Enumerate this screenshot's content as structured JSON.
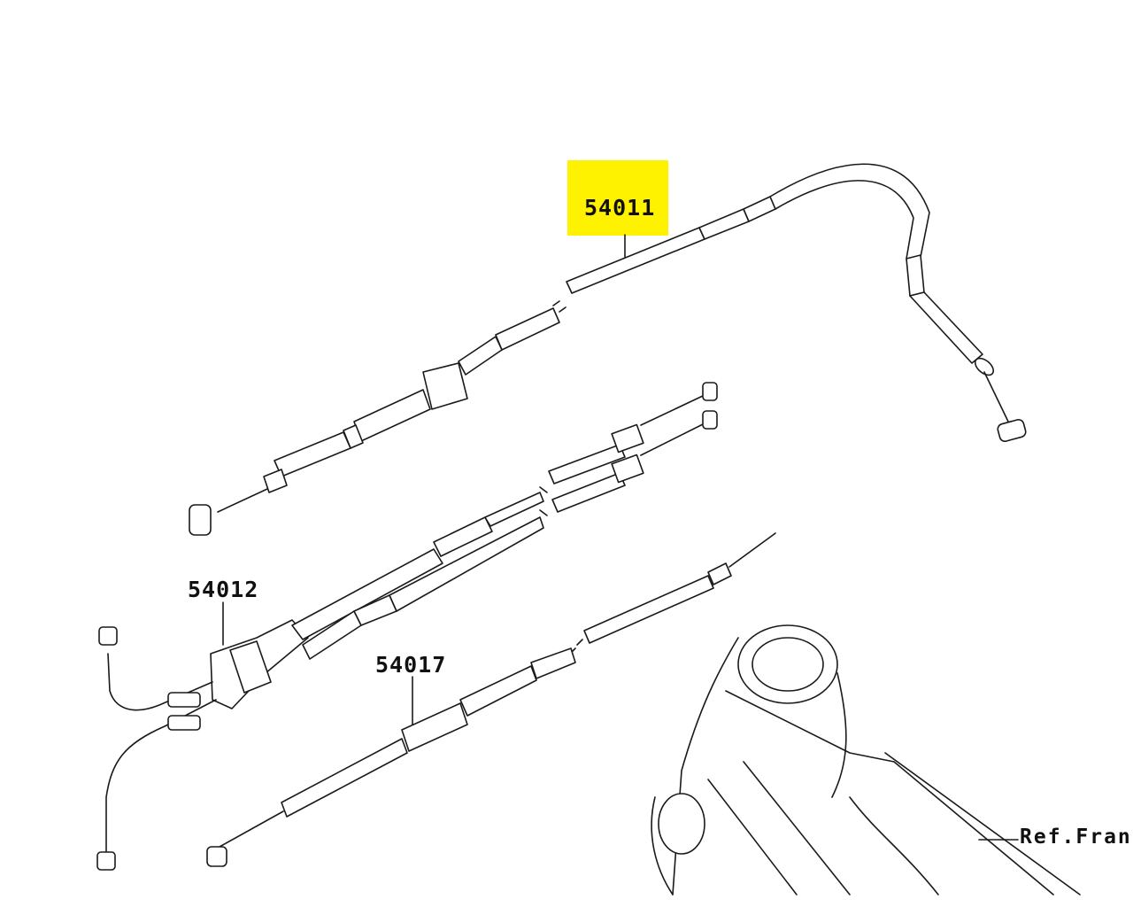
{
  "highlight_color": "#fff200",
  "line_color": "#1a1a1a",
  "callouts": {
    "part_54011": "54011",
    "part_54012": "54012",
    "part_54017": "54017",
    "reference": "Ref.Fran"
  }
}
